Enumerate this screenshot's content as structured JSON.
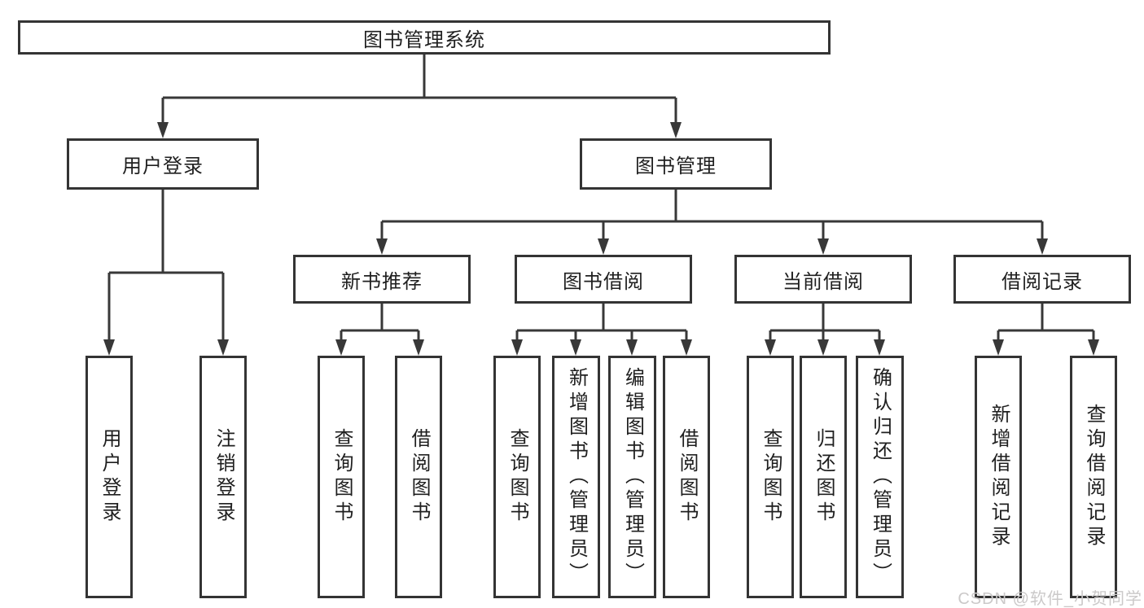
{
  "diagram": {
    "root": {
      "label": "图书管理系统"
    },
    "level2": {
      "user_login": {
        "label": "用户登录"
      },
      "book_management": {
        "label": "图书管理"
      }
    },
    "level3": {
      "new_book_recommend": {
        "label": "新书推荐"
      },
      "book_borrow": {
        "label": "图书借阅"
      },
      "current_borrow": {
        "label": "当前借阅"
      },
      "borrow_record": {
        "label": "借阅记录"
      }
    },
    "leaves": {
      "user_login": [
        "用户登录",
        "注销登录"
      ],
      "new_book_recommend": [
        "查询图书",
        "借阅图书"
      ],
      "book_borrow": [
        "查询图书",
        "新增图书（管理员）",
        "编辑图书（管理员）",
        "借阅图书"
      ],
      "current_borrow": [
        "查询图书",
        "归还图书",
        "确认归还（管理员）"
      ],
      "borrow_record": [
        "新增借阅记录",
        "查询借阅记录"
      ]
    },
    "watermark": "CSDN @软件_小贺同学",
    "colors": {
      "line": "#383838",
      "text": "#1f1f1f",
      "background": "#ffffff",
      "watermark": "#cbc9c9"
    }
  }
}
